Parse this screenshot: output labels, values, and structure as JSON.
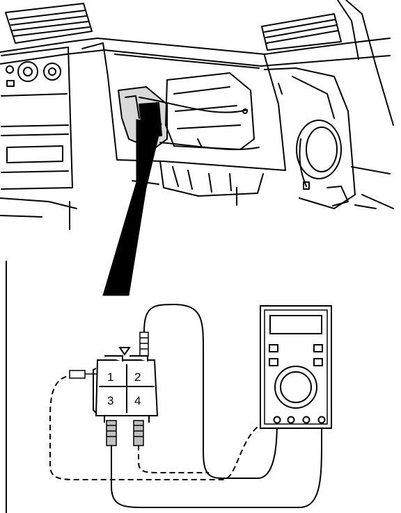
{
  "figure": {
    "illustration": "dashboard-underside-with-harness",
    "connector": {
      "pins": [
        {
          "label": "1"
        },
        {
          "label": "2"
        },
        {
          "label": "3"
        },
        {
          "label": "4"
        }
      ]
    },
    "meter": "digital-multimeter",
    "colors": {
      "ink": "#000000",
      "paper": "#ffffff"
    }
  }
}
